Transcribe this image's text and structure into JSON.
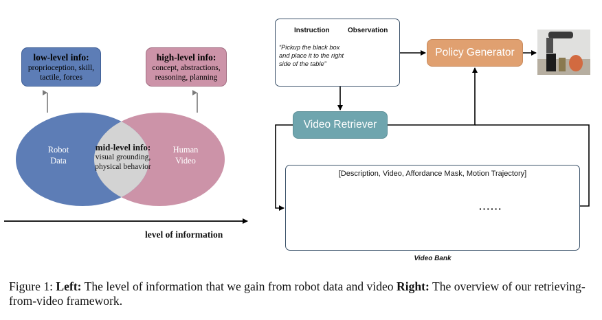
{
  "left": {
    "low_box": {
      "title": "low-level info:",
      "lines": [
        "proprioception, skill,",
        "tactile, forces"
      ]
    },
    "high_box": {
      "title": "high-level info:",
      "lines": [
        "concept, abstractions,",
        "reasoning, planning"
      ]
    },
    "robot": {
      "lines": [
        "Robot",
        "Data"
      ]
    },
    "human": {
      "lines": [
        "Human",
        "Video"
      ]
    },
    "mid": {
      "title": "mid-level info:",
      "lines": [
        "visual grounding,",
        "physical behavior"
      ]
    },
    "axis_label": "level of information",
    "colors": {
      "robot": "#5d7db6",
      "human": "#cc93a8",
      "overlap": "#d3d3d3"
    }
  },
  "right": {
    "instruction_header": "Instruction",
    "observation_header": "Observation",
    "instruction_text": "“Pickup the black box and place it to the right side of the table”",
    "policy_label": "Policy Generator",
    "retriever_label": "Video Retriever",
    "bank_header": "[Description, Video, Affordance Mask, Motion Trajectory]",
    "ellipsis": "······",
    "bank_caption": "Video Bank",
    "colors": {
      "policy": "#e0a070",
      "retriever": "#6fa5ae",
      "panel_border": "#3a5169"
    }
  },
  "caption": {
    "prefix": "Figure 1: ",
    "left_bold": "Left:",
    "left_text": " The level of information that we gain from robot data and video ",
    "right_bold": "Right:",
    "right_text": " The overview of our retrieving-from-video framework."
  }
}
